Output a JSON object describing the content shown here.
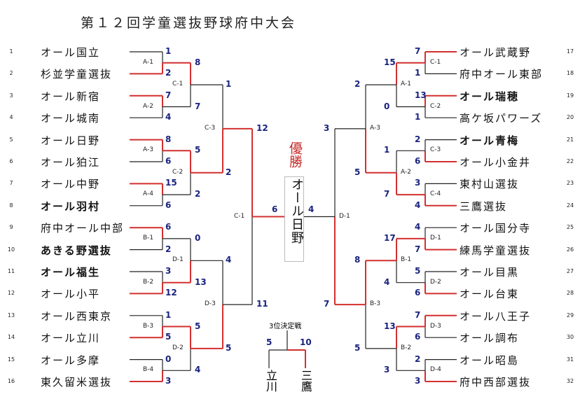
{
  "title": "第１２回学童選抜野球府中大会",
  "left_teams": [
    {
      "n": "1",
      "name": "オール国立",
      "bold": false
    },
    {
      "n": "2",
      "name": "杉並学童選抜",
      "bold": false
    },
    {
      "n": "3",
      "name": "オール新宿",
      "bold": false
    },
    {
      "n": "4",
      "name": "オール城南",
      "bold": false
    },
    {
      "n": "5",
      "name": "オール日野",
      "bold": false
    },
    {
      "n": "6",
      "name": "オール狛江",
      "bold": false
    },
    {
      "n": "7",
      "name": "オール中野",
      "bold": false
    },
    {
      "n": "8",
      "name": "オール羽村",
      "bold": true
    },
    {
      "n": "9",
      "name": "府中オール中部",
      "bold": false
    },
    {
      "n": "10",
      "name": "あきる野選抜",
      "bold": true
    },
    {
      "n": "11",
      "name": "オール福生",
      "bold": true
    },
    {
      "n": "12",
      "name": "オール小平",
      "bold": false
    },
    {
      "n": "13",
      "name": "オール西東京",
      "bold": false
    },
    {
      "n": "14",
      "name": "オール立川",
      "bold": false
    },
    {
      "n": "15",
      "name": "オール多摩",
      "bold": false
    },
    {
      "n": "16",
      "name": "東久留米選抜",
      "bold": false
    }
  ],
  "right_teams": [
    {
      "n": "17",
      "name": "オール武蔵野",
      "bold": false
    },
    {
      "n": "18",
      "name": "府中オール東部",
      "bold": false
    },
    {
      "n": "19",
      "name": "オール瑞穂",
      "bold": true
    },
    {
      "n": "20",
      "name": "高ケ坂パワーズ",
      "bold": false
    },
    {
      "n": "21",
      "name": "オール青梅",
      "bold": true
    },
    {
      "n": "22",
      "name": "オール小金井",
      "bold": false
    },
    {
      "n": "23",
      "name": "東村山選抜",
      "bold": false
    },
    {
      "n": "24",
      "name": "三鷹選抜",
      "bold": false
    },
    {
      "n": "25",
      "name": "オール国分寺",
      "bold": false
    },
    {
      "n": "26",
      "name": "練馬学童選抜",
      "bold": false
    },
    {
      "n": "27",
      "name": "オール目黒",
      "bold": false
    },
    {
      "n": "28",
      "name": "オール台東",
      "bold": false
    },
    {
      "n": "29",
      "name": "オール八王子",
      "bold": false
    },
    {
      "n": "30",
      "name": "オール調布",
      "bold": false
    },
    {
      "n": "31",
      "name": "オール昭島",
      "bold": false
    },
    {
      "n": "32",
      "name": "府中西部選抜",
      "bold": false
    }
  ],
  "left_r1_scores": [
    "1",
    "2",
    "7",
    "4",
    "8",
    "6",
    "15",
    "6",
    "6",
    "2",
    "3",
    "12",
    "1",
    "5",
    "0",
    "3"
  ],
  "right_r1_scores": [
    "7",
    "1",
    "13",
    "1",
    "2",
    "6",
    "3",
    "4",
    "4",
    "7",
    "5",
    "6",
    "7",
    "6",
    "2",
    "3"
  ],
  "left_r2_scores": [
    "8",
    "7",
    "5",
    "2",
    "0",
    "13",
    "5",
    "4"
  ],
  "right_r2_scores": [
    "15",
    "0",
    "1",
    "7",
    "17",
    "4",
    "13",
    "3"
  ],
  "left_r3_scores": [
    "1",
    "2",
    "4",
    "5"
  ],
  "right_r3_scores": [
    "2",
    "5",
    "8",
    "5"
  ],
  "left_r4_scores": [
    "12",
    "11"
  ],
  "right_r4_scores": [
    "3",
    "7"
  ],
  "left_semi_score": "6",
  "right_semi_score": "4",
  "labels": {
    "A1": "A-1",
    "A2": "A-2",
    "A3": "A-3",
    "A4": "A-4",
    "B1": "B-1",
    "B2": "B-2",
    "B3": "B-3",
    "B4": "B-4",
    "C1": "C-1",
    "C2": "C-2",
    "C3": "C-3",
    "C4": "C-4",
    "D1": "D-1",
    "D2": "D-2",
    "D3": "D-3",
    "D4": "D-4"
  },
  "champion_label": "優勝",
  "champion_team": "オール日野",
  "third_place": {
    "title": "3位決定戦",
    "left_score": "5",
    "right_score": "10",
    "left_team": "立川",
    "right_team": "三鷹"
  },
  "colors": {
    "win": "#d32f2f",
    "lose": "#222222",
    "score": "#1a237e"
  }
}
